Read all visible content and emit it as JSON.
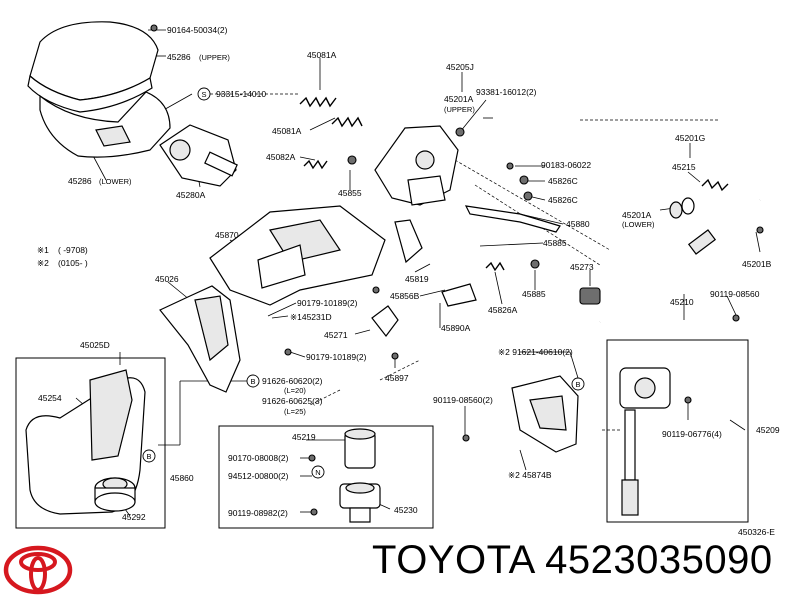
{
  "labels": {
    "l45286u": "45286",
    "l45286u_note": "(UPPER)",
    "l45286l": "45286",
    "l45286l_note": "(LOWER)",
    "l9016450034": "90164-50034(2)",
    "l9331514010": "93315-14010",
    "l45280a": "45280A",
    "l45081a_top": "45081A",
    "l45081a_mid": "45081A",
    "l45082a": "45082A",
    "l45855": "45855",
    "l45205j": "45205J",
    "l45201a_upper": "45201A",
    "l45201a_upper_note": "(UPPER)",
    "l9338116012": "93381-16012(2)",
    "l9018306022": "90183-06022",
    "l45826c_1": "45826C",
    "l45826c_2": "45826C",
    "l45880": "45880",
    "l45201g": "45201G",
    "l45215": "45215",
    "l45201a_lower": "45201A",
    "l45201a_lower_note": "(LOWER)",
    "l45201b": "45201B",
    "l45870": "45870",
    "l45885": "45885",
    "l45273": "45273",
    "l45819": "45819",
    "l45856b": "45856B",
    "l45826a": "45826A",
    "l45885b": "45885",
    "l45210": "45210",
    "l9011908560_r": "90119-08560",
    "l45026": "45026",
    "l9017910189_1": "90179-10189(2)",
    "l145231d": "※145231D",
    "l45890a": "45890A",
    "l45271": "45271",
    "l9017910189_2": "90179-10189(2)",
    "l45025d": "45025D",
    "l45254": "45254",
    "l45292": "45292",
    "l45897": "45897",
    "l9162660620": "91626-60620(2)",
    "l9162660620_note": "(L=20)",
    "l9162660625": "91626-60625(3)",
    "l9162660625_note": "(L=25)",
    "l9011908560_c": "90119-08560(2)",
    "l9162140610": "※2  91621-40610(2)",
    "l45219": "45219",
    "l9017008008": "90170-08008(2)",
    "l9451200800": "94512-00800(2)",
    "l9011908982": "90119-08982(2)",
    "l45230": "45230",
    "l45860": "45860",
    "l45874b": "※2 45874B",
    "l9011906776": "90119-06776(4)",
    "l45209": "45209",
    "l450326e": "450326-E"
  },
  "notes": {
    "note1_mark": "※1",
    "note1_val": "(       -9708)",
    "note2_mark": "※2",
    "note2_val": "(0105-       )"
  },
  "symbols": {
    "s": "S",
    "n": "N",
    "b1": "B",
    "b2": "B",
    "b3": "B"
  },
  "footer": {
    "brand_part": "TOYOTA 4523035090"
  },
  "colors": {
    "logo": "#d6181f",
    "line": "#000000"
  }
}
